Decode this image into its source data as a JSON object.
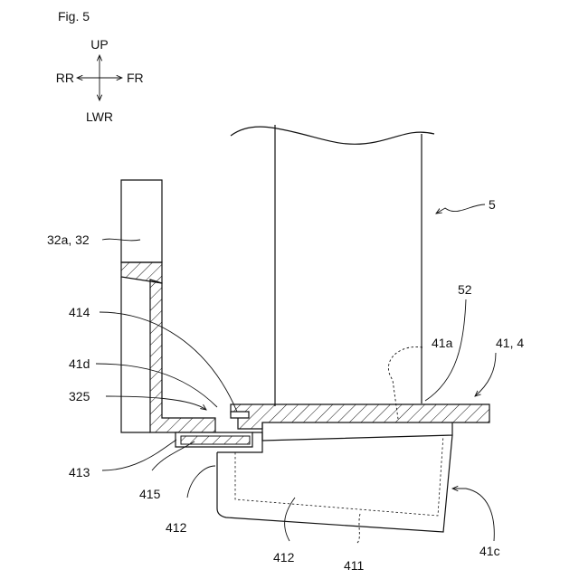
{
  "figure": {
    "title": "Fig. 5"
  },
  "compass": {
    "up": "UP",
    "down": "LWR",
    "left": "RR",
    "right": "FR"
  },
  "labels": {
    "l5": "5",
    "l32": "32a, 32",
    "l52": "52",
    "l414": "414",
    "l41a": "41a",
    "l41": "41, 4",
    "l41d": "41d",
    "l325": "325",
    "l413": "413",
    "l415": "415",
    "l412a": "412",
    "l412b": "412",
    "l411": "411",
    "l41c": "41c"
  }
}
